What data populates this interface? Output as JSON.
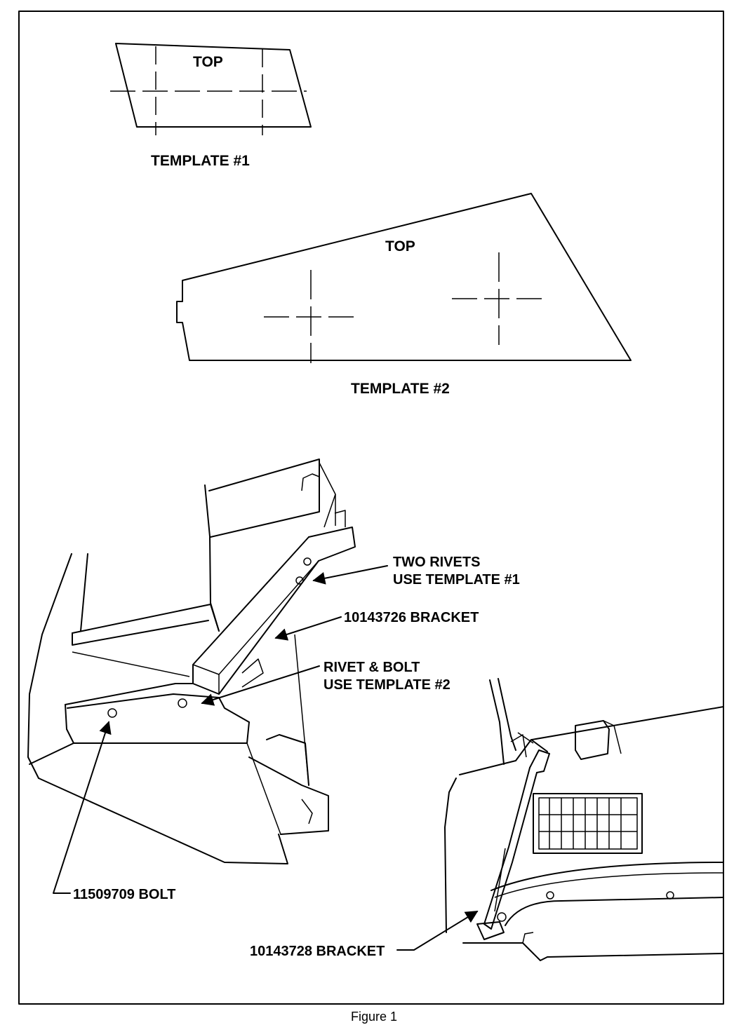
{
  "figure": {
    "caption": "Figure 1",
    "template1": {
      "top": "TOP",
      "label": "TEMPLATE #1"
    },
    "template2": {
      "top": "TOP",
      "label": "TEMPLATE #2"
    },
    "callouts": {
      "two_rivets_1": "TWO RIVETS",
      "two_rivets_2": "USE TEMPLATE #1",
      "bracket_726": "10143726 BRACKET",
      "rivet_bolt_1": "RIVET & BOLT",
      "rivet_bolt_2": "USE TEMPLATE #2",
      "bolt": "11509709 BOLT",
      "bracket_728": "10143728 BRACKET"
    }
  }
}
